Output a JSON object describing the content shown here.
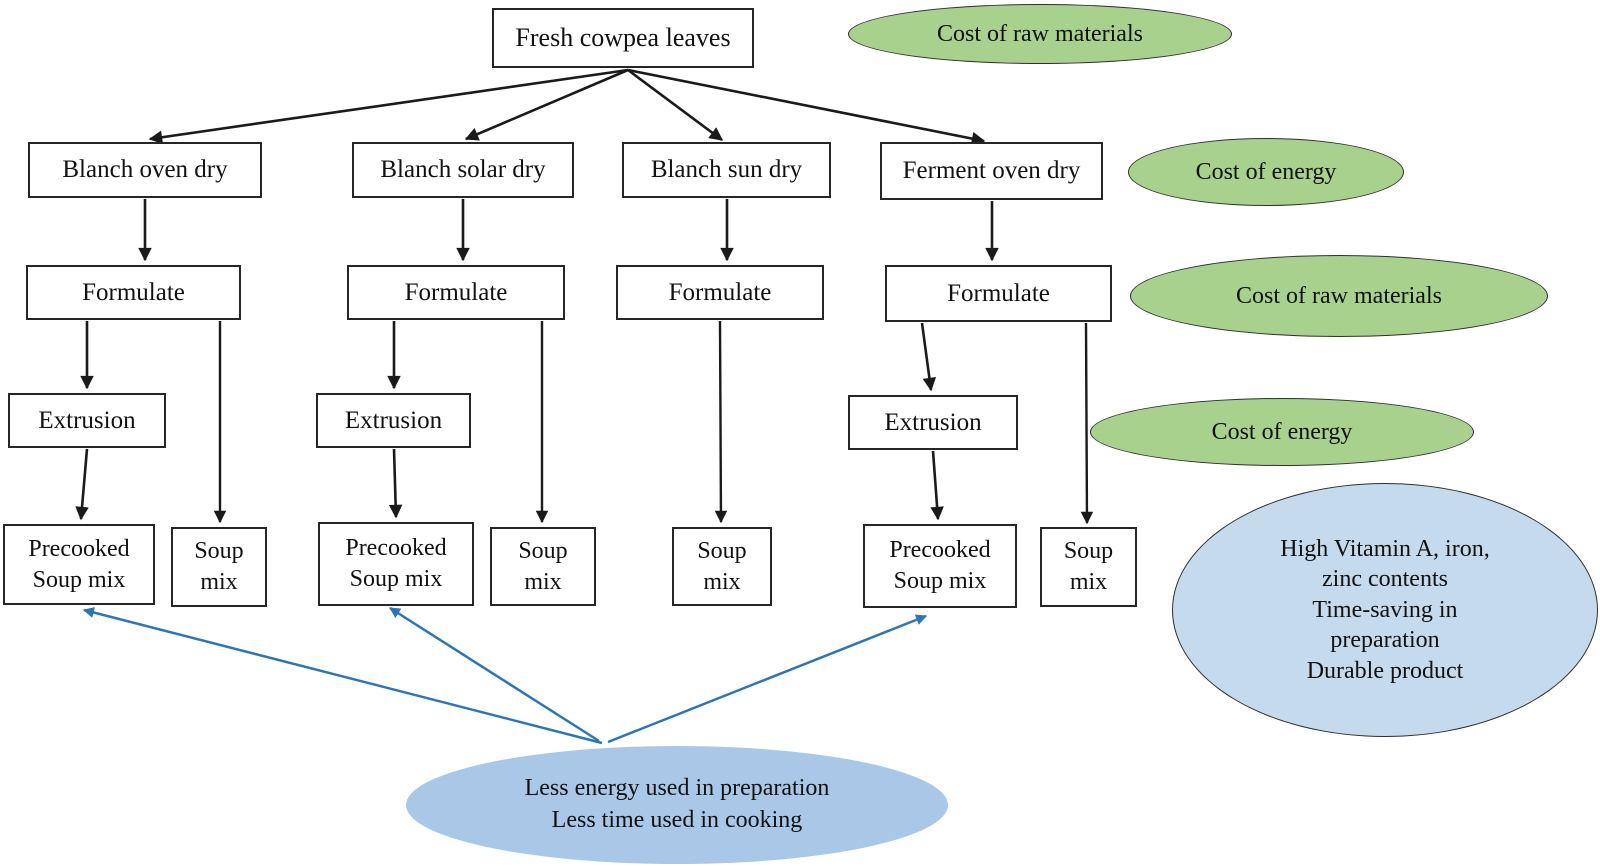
{
  "palette": {
    "green_fill": "#a9d18e",
    "blue_fill_right": "#c6daee",
    "blue_fill_bottom": "#a9c8e8",
    "blue_arrow": "#2e75b6",
    "black_line": "#1a1a1a",
    "box_border": "#262626"
  },
  "root": {
    "label": "Fresh cowpea leaves"
  },
  "columns": [
    {
      "process": "Blanch oven dry",
      "formulate": "Formulate",
      "extrusion": "Extrusion",
      "precooked": "Precooked Soup mix",
      "soup": "Soup mix"
    },
    {
      "process": "Blanch solar dry",
      "formulate": "Formulate",
      "extrusion": "Extrusion",
      "precooked": "Precooked Soup mix",
      "soup": "Soup mix"
    },
    {
      "process": "Blanch sun dry",
      "formulate": "Formulate",
      "soup": "Soup mix"
    },
    {
      "process": "Ferment oven dry",
      "formulate": "Formulate",
      "extrusion": "Extrusion",
      "precooked": "Precooked Soup mix",
      "soup": "Soup mix"
    }
  ],
  "cost_annotations": [
    {
      "label": "Cost of raw materials"
    },
    {
      "label": "Cost of energy"
    },
    {
      "label": "Cost of raw materials"
    },
    {
      "label": "Cost of energy"
    }
  ],
  "benefits": {
    "nutrition": "High Vitamin A, iron,\nzinc contents\nTime-saving in\npreparation\nDurable product",
    "efficiency": "Less energy used in preparation\nLess time used in cooking"
  }
}
